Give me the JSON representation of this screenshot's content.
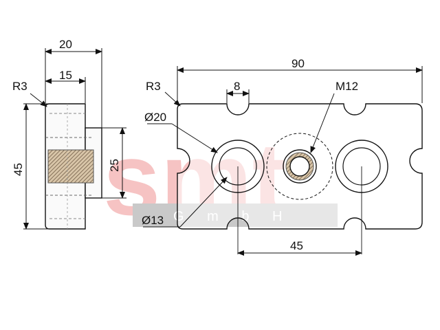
{
  "watermark": {
    "brand": "smt",
    "sub": "G m b H",
    "brand_color": "#f6c3c3",
    "bar_color": "#c9c9c9"
  },
  "dimensions": {
    "side_width": "20",
    "side_inner_width": "15",
    "side_radius": "R3",
    "side_height": "45",
    "side_thread_height": "25",
    "front_width": "90",
    "front_radius": "R3",
    "slot_width": "8",
    "thread": "M12",
    "hole_outer": "Ø20",
    "hole_inner": "Ø13",
    "hole_pitch": "45"
  }
}
